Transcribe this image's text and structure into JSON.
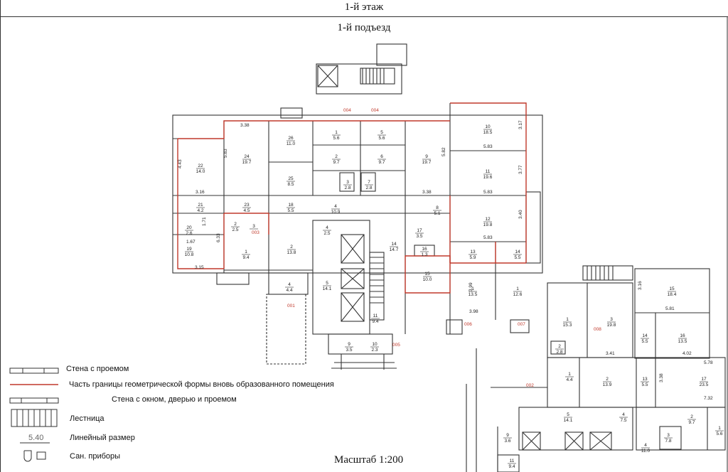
{
  "header": {
    "floor_title": "1-й этаж",
    "entrance_title": "1-й подъезд"
  },
  "scale": "Масштаб 1:200",
  "legend": {
    "wall_with_opening": "Стена с проемом",
    "new_premises_boundary": "Часть границы геометрической формы вновь образованного помещения",
    "wall_with_window_door": "Стена с окном, дверью и проемом",
    "stairs": "Лестница",
    "linear_dimension": "Линейный размер",
    "linear_dimension_example": "5.40",
    "sanitary": "Сан. приборы"
  },
  "colors": {
    "line": "#333333",
    "boundary": "#c0392b"
  },
  "dimensions": [
    "3.38",
    "5.83",
    "4.43",
    "3.16",
    "1.71",
    "1.67",
    "6.33",
    "3.15",
    "5.82",
    "3.38",
    "3.17",
    "5.83",
    "3.77",
    "5.83",
    "3.40",
    "5.83",
    "3.99",
    "3.98",
    "3.16",
    "5.81",
    "3.41",
    "4.02",
    "5.78",
    "3.38",
    "7.32"
  ],
  "rooms": [
    {
      "n": "22",
      "a": "14.0"
    },
    {
      "n": "24",
      "a": "19.7"
    },
    {
      "n": "26",
      "a": "11.0"
    },
    {
      "n": "25",
      "a": "8.5"
    },
    {
      "n": "1",
      "a": "5.6"
    },
    {
      "n": "5",
      "a": "5.6"
    },
    {
      "n": "2",
      "a": "9.7"
    },
    {
      "n": "6",
      "a": "9.7"
    },
    {
      "n": "3",
      "a": "2.8"
    },
    {
      "n": "7",
      "a": "2.8"
    },
    {
      "n": "9",
      "a": "19.7"
    },
    {
      "n": "10",
      "a": "18.5"
    },
    {
      "n": "11",
      "a": "19.6"
    },
    {
      "n": "21",
      "a": "4.2"
    },
    {
      "n": "23",
      "a": "4.5"
    },
    {
      "n": "18",
      "a": "5.5"
    },
    {
      "n": "4",
      "a": "10.9"
    },
    {
      "n": "8",
      "a": "5.1"
    },
    {
      "n": "12",
      "a": "19.8"
    },
    {
      "n": "20",
      "a": "2.6"
    },
    {
      "n": "19",
      "a": "10.8"
    },
    {
      "n": "2",
      "a": "2.5"
    },
    {
      "n": "3",
      "a": ""
    },
    {
      "n": "1",
      "a": "9.4"
    },
    {
      "n": "2",
      "a": "13.8"
    },
    {
      "n": "4",
      "a": "2.5"
    },
    {
      "n": "17",
      "a": "3.5"
    },
    {
      "n": "16",
      "a": "1.3"
    },
    {
      "n": "14",
      "a": "14.7"
    },
    {
      "n": "13",
      "a": "5.9"
    },
    {
      "n": "14",
      "a": "5.5"
    },
    {
      "n": "15",
      "a": "10.0"
    },
    {
      "n": "1",
      "a": "13.5"
    },
    {
      "n": "1",
      "a": "12.6"
    },
    {
      "n": "4",
      "a": "4.4"
    },
    {
      "n": "5",
      "a": "14.1"
    },
    {
      "n": "11",
      "a": "9.4"
    },
    {
      "n": "9",
      "a": "3.5"
    },
    {
      "n": "10",
      "a": "2.3"
    },
    {
      "n": "15",
      "a": "18.4"
    },
    {
      "n": "1",
      "a": "15.3"
    },
    {
      "n": "3",
      "a": "19.8"
    },
    {
      "n": "14",
      "a": "5.5"
    },
    {
      "n": "16",
      "a": "13.5"
    },
    {
      "n": "2",
      "a": "2.8"
    },
    {
      "n": "1",
      "a": "4.4"
    },
    {
      "n": "2",
      "a": "13.9"
    },
    {
      "n": "13",
      "a": "5.5"
    },
    {
      "n": "17",
      "a": "23.5"
    },
    {
      "n": "5",
      "a": "14.1"
    },
    {
      "n": "4",
      "a": "7.5"
    },
    {
      "n": "2",
      "a": "9.7"
    },
    {
      "n": "1",
      "a": "5.6"
    },
    {
      "n": "9",
      "a": "3.6"
    },
    {
      "n": "3",
      "a": "7.8"
    },
    {
      "n": "4",
      "a": "11.0"
    },
    {
      "n": "11",
      "a": "9.4"
    }
  ],
  "premises_codes": [
    "004",
    "004",
    "003",
    "001",
    "005",
    "006",
    "007",
    "008",
    "002"
  ]
}
